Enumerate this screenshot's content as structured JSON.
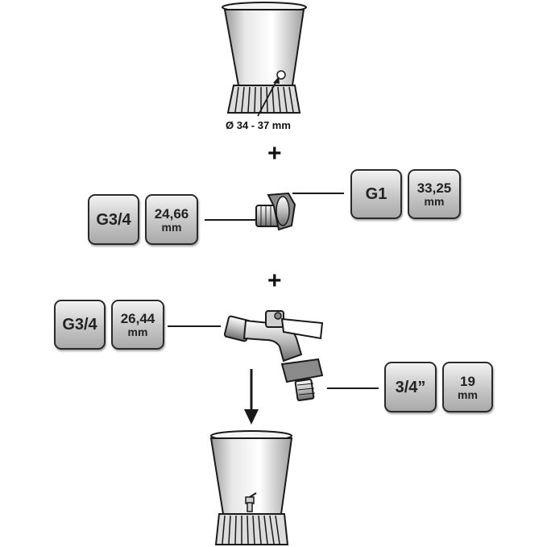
{
  "top_barrel": {
    "hole_label": "Ø 34 - 37 mm"
  },
  "plus_signs": {
    "first": "+",
    "second": "+"
  },
  "adapter": {
    "left": {
      "thread": "G3/4",
      "diameter": "24,66",
      "unit": "mm"
    },
    "right": {
      "thread": "G1",
      "diameter": "33,25",
      "unit": "mm"
    }
  },
  "tap": {
    "inlet": {
      "thread": "G3/4",
      "diameter": "26,44",
      "unit": "mm"
    },
    "outlet": {
      "thread": "3/4”",
      "diameter": "19",
      "unit": "mm"
    }
  },
  "colors": {
    "line": "#1a1a1a",
    "badge_light": "#f2f2f2",
    "badge_dark": "#a9a9a9"
  }
}
